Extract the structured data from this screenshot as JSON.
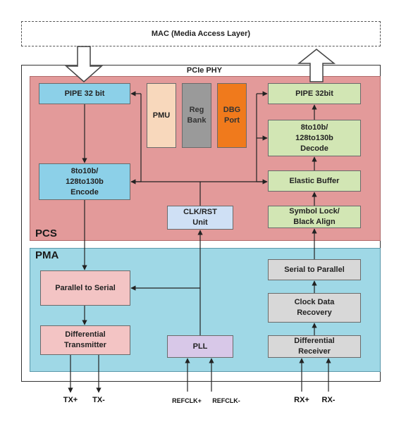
{
  "mac_layer": {
    "label": "MAC (Media Access Layer)"
  },
  "phy": {
    "label": "PCIe PHY"
  },
  "pcs": {
    "label": "PCS",
    "blocks": {
      "pipe_tx": "PIPE 32 bit",
      "pmu": "PMU",
      "reg_bank": "Reg\nBank",
      "dbg_port": "DBG\nPort",
      "pipe_rx": "PIPE 32bit",
      "decode": "8to10b/\n128to130b\nDecode",
      "encode": "8to10b/\n128to130b\nEncode",
      "elastic_buffer": "Elastic Buffer",
      "clk_rst": "CLK/RST\nUnit",
      "symbol_lock": "Symbol Lock/\nBlack Align"
    }
  },
  "pma": {
    "label": "PMA",
    "blocks": {
      "parallel_to_serial": "Parallel to Serial",
      "serial_to_parallel": "Serial to Parallel",
      "clock_data_recovery": "Clock Data\nRecovery",
      "differential_transmitter": "Differential\nTransmitter",
      "pll": "PLL",
      "differential_receiver": "Differential\nReceiver"
    }
  },
  "pins": {
    "tx_plus": "TX+",
    "tx_minus": "TX-",
    "refclk_plus": "REFCLK+",
    "refclk_minus": "REFCLK-",
    "rx_plus": "RX+",
    "rx_minus": "RX-"
  },
  "colors": {
    "pcs_fill": "#e39a9a",
    "pma_fill": "#9fd8e6",
    "blue_block": "#8cd0e8",
    "green_block": "#d2e6b4",
    "pink_block": "#f3c4c4",
    "gray_block": "#d8d8d8",
    "lavender_block": "#cfe0f5",
    "pmu_block": "#f8d8bc",
    "reg_block": "#9a9a9a",
    "dbg_block": "#f07a1c"
  }
}
